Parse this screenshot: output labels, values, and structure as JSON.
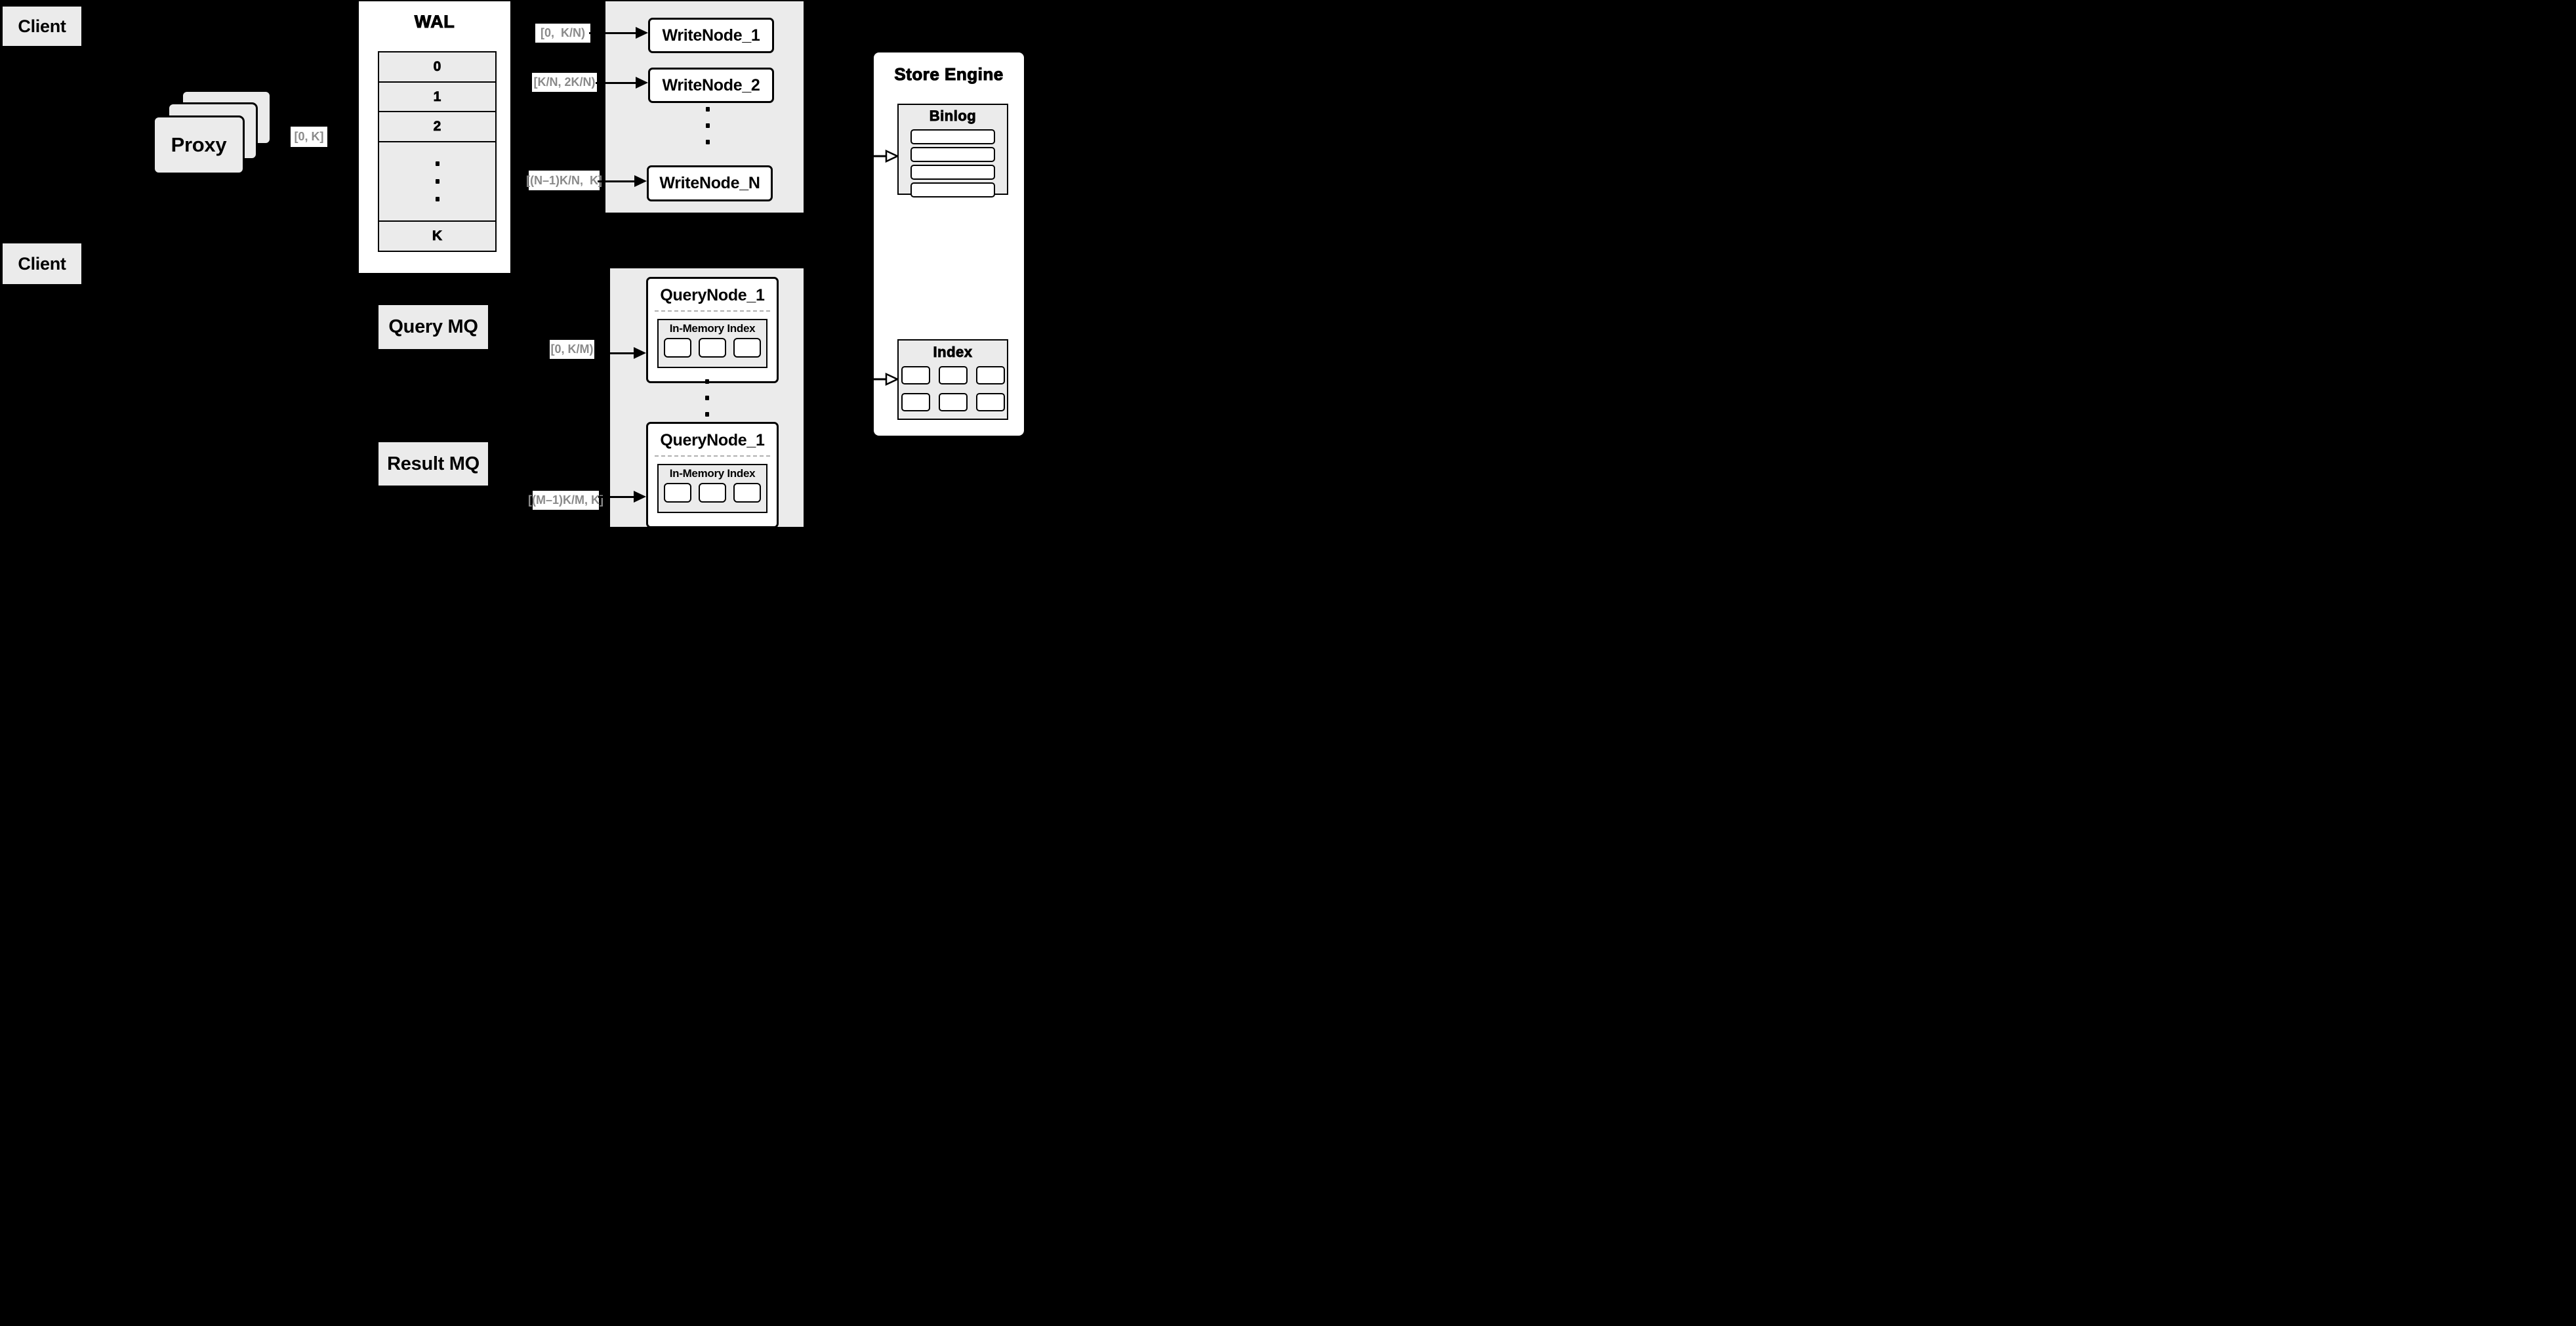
{
  "colors": {
    "background": "#000000",
    "box_fill_gray": "#ebebeb",
    "box_fill_white": "#ffffff",
    "line_black": "#000000",
    "range_label_text": "#8a8a8a",
    "dashed_divider": "#b0b0b0"
  },
  "clients": {
    "top": "Client",
    "bottom": "Client"
  },
  "proxy": {
    "label": "Proxy"
  },
  "wal": {
    "title": "WAL",
    "rows": [
      "0",
      "1",
      "2",
      "K"
    ]
  },
  "range_labels": {
    "proxy_to_wal": "[0, K]",
    "to_write_node_1": "[0,  K/N)",
    "to_write_node_2": "[K/N, 2K/N)",
    "to_write_node_n": "[(N–1)K/N,  K]",
    "to_query_node_1": "[0, K/M)",
    "to_query_node_2": "[(M–1)K/M, K]"
  },
  "write_nodes": {
    "node1": "WriteNode_1",
    "node2": "WriteNode_2",
    "nodeN": "WriteNode_N"
  },
  "mq": {
    "query": "Query MQ",
    "result": "Result MQ"
  },
  "query_nodes": {
    "node1_title": "QueryNode_1",
    "node2_title": "QueryNode_1",
    "inmem_title": "In-Memory Index"
  },
  "store_engine": {
    "title": "Store Engine",
    "binlog_title": "Binlog",
    "index_title": "Index"
  }
}
